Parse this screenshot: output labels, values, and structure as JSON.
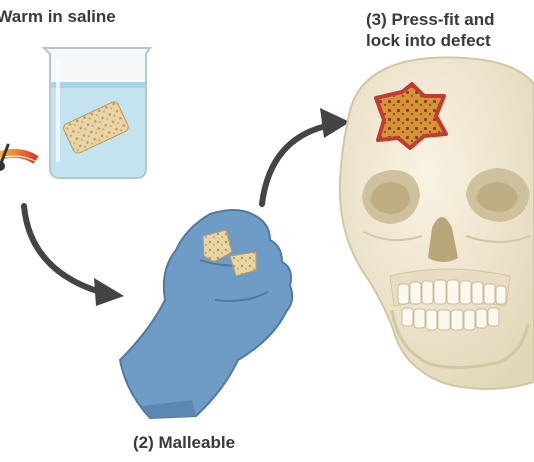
{
  "steps": {
    "step1_label": ") Warm in saline",
    "step2_label": "(2) Malleable",
    "step3_label_line1": "(3) Press-fit and",
    "step3_label_line2": "lock into defect"
  },
  "colors": {
    "label_text": "#3a3a3a",
    "arrow": "#444444",
    "saline": "#bfe0ef",
    "sponge": "#e8d4a4",
    "glove": "#6f9cc6",
    "skull": "#eee5cd",
    "implant": "#d9913a",
    "defect_rim": "#c23b33"
  },
  "icons": {
    "thermometer": "heat-gauge-icon",
    "arrows": "curved-arrow-icon"
  }
}
